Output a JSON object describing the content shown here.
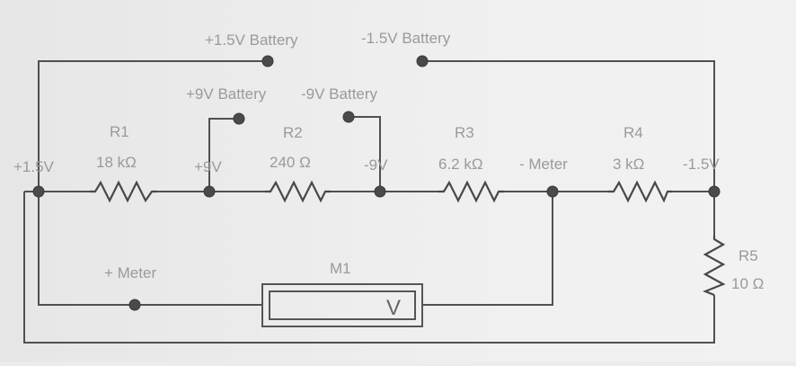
{
  "diagram": {
    "type": "circuit-schematic",
    "colors": {
      "wire": "#505050",
      "label": "#9a9a9a",
      "node": "#4a4a4a",
      "background": "#ececec"
    },
    "battery_terminals": {
      "pos_1_5v": "+1.5V Battery",
      "neg_1_5v": "-1.5V Battery",
      "pos_9v": "+9V Battery",
      "neg_9v": "-9V Battery"
    },
    "node_labels": {
      "n_pos_1_5v": "+1.5V",
      "n_pos_9v": "+9V",
      "n_neg_9v": "-9V",
      "n_meter_neg": "- Meter",
      "n_neg_1_5v": "-1.5V",
      "n_meter_pos": "+ Meter"
    },
    "resistors": [
      {
        "name": "R1",
        "value": "18 kΩ"
      },
      {
        "name": "R2",
        "value": "240 Ω"
      },
      {
        "name": "R3",
        "value": "6.2 kΩ"
      },
      {
        "name": "R4",
        "value": "3 kΩ"
      },
      {
        "name": "R5",
        "value": "10 Ω"
      }
    ],
    "meter": {
      "name": "M1",
      "symbol": "V"
    }
  }
}
